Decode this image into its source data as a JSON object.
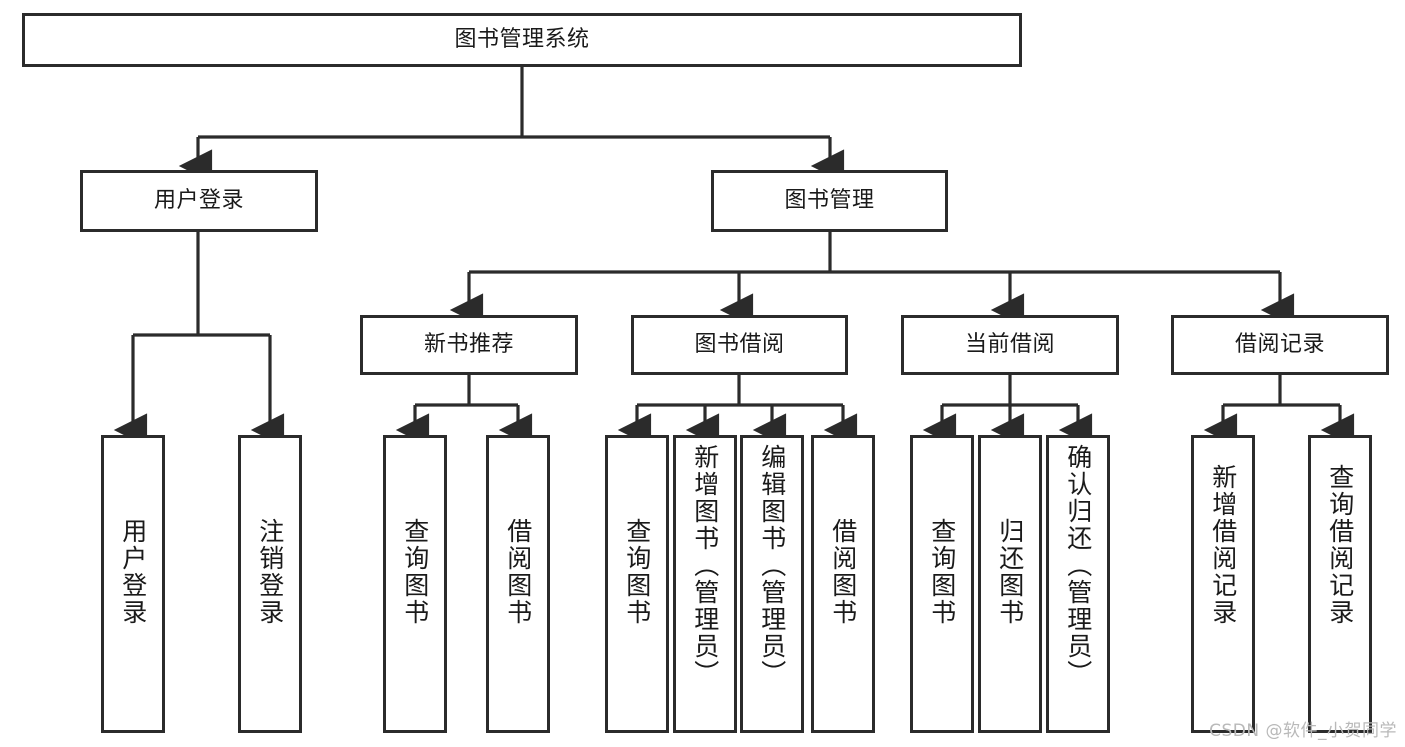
{
  "diagram": {
    "title": "图书管理系统",
    "type": "tree-hierarchy-diagram",
    "root": {
      "id": "root",
      "label": "图书管理系统"
    },
    "level2": [
      {
        "id": "user-login",
        "label": "用户登录"
      },
      {
        "id": "book-management",
        "label": "图书管理"
      }
    ],
    "level3": [
      {
        "id": "new-book-recommend",
        "label": "新书推荐",
        "parent": "book-management"
      },
      {
        "id": "book-borrow",
        "label": "图书借阅",
        "parent": "book-management"
      },
      {
        "id": "current-borrow",
        "label": "当前借阅",
        "parent": "book-management"
      },
      {
        "id": "borrow-record",
        "label": "借阅记录",
        "parent": "book-management"
      }
    ],
    "leaves": [
      {
        "id": "leaf-user-login",
        "label": "用户登录",
        "parent": "user-login"
      },
      {
        "id": "leaf-logout-login",
        "label": "注销登录",
        "parent": "user-login"
      },
      {
        "id": "leaf-query-book-1",
        "label": "查询图书",
        "parent": "new-book-recommend"
      },
      {
        "id": "leaf-borrow-book-1",
        "label": "借阅图书",
        "parent": "new-book-recommend"
      },
      {
        "id": "leaf-query-book-2",
        "label": "查询图书",
        "parent": "book-borrow"
      },
      {
        "id": "leaf-add-book",
        "label": "新增图书（管理员）",
        "parent": "book-borrow"
      },
      {
        "id": "leaf-edit-book",
        "label": "编辑图书（管理员）",
        "parent": "book-borrow"
      },
      {
        "id": "leaf-borrow-book-2",
        "label": "借阅图书",
        "parent": "book-borrow"
      },
      {
        "id": "leaf-query-book-3",
        "label": "查询图书",
        "parent": "current-borrow"
      },
      {
        "id": "leaf-return-book",
        "label": "归还图书",
        "parent": "current-borrow"
      },
      {
        "id": "leaf-confirm-return",
        "label": "确认归还（管理员）",
        "parent": "current-borrow"
      },
      {
        "id": "leaf-add-record",
        "label": "新增借阅记录",
        "parent": "borrow-record"
      },
      {
        "id": "leaf-query-record",
        "label": "查询借阅记录",
        "parent": "borrow-record"
      }
    ],
    "colors": {
      "stroke": "#2b2b2b",
      "fill": "#ffffff",
      "text": "#1a1a1a",
      "watermark": "#b9b9b9"
    }
  },
  "watermark": {
    "text": "CSDN @软件_小贺同学"
  }
}
